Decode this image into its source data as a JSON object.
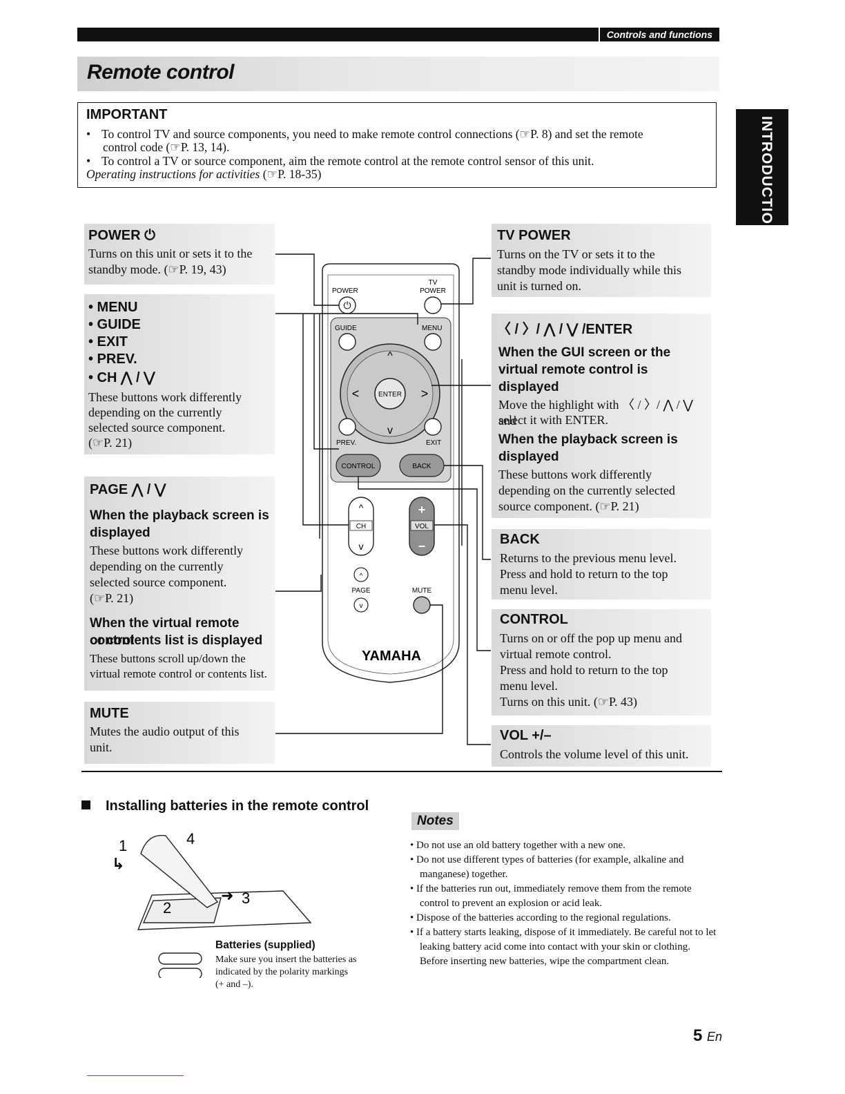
{
  "header": {
    "section_tab": "Controls and functions"
  },
  "title": "Remote control",
  "side_tab": "INTRODUCTION",
  "important": {
    "heading": "IMPORTANT",
    "line1a": "To control TV and source components, you need to make remote control connections (☞P. 8) and set the remote",
    "line1b": "control code (☞P. 13, 14).",
    "line2": "To control a TV or source component, aim the remote control at the remote control sensor of this unit.",
    "line3_italic": "Operating instructions for activities",
    "line3_ref": "(☞P. 18-35)"
  },
  "callouts_left": {
    "power": {
      "head": "POWER ⏻",
      "text1": "Turns on this unit or sets it to the",
      "text2": "standby mode. (☞P. 19, 43)"
    },
    "menu": {
      "items": [
        "• MENU",
        "• GUIDE",
        "• EXIT",
        "• PREV.",
        "• CH ⋀ / ⋁"
      ],
      "text1": "These buttons work differently",
      "text2": "depending on the currently",
      "text3": "selected source component.",
      "text4": "(☞P. 21)"
    },
    "page": {
      "head": "PAGE ⋀ / ⋁",
      "sub1a": "When the playback screen is",
      "sub1b": "displayed",
      "text1": "These buttons work differently",
      "text2": "depending on the currently",
      "text3": "selected source component.",
      "text4": "(☞P. 21)",
      "sub2a": "When the virtual remote control",
      "sub2b": "or contents list is displayed",
      "text5": "These buttons scroll up/down the",
      "text6": "virtual remote control or contents list."
    },
    "mute": {
      "head": "MUTE",
      "text1": "Mutes the audio output of this",
      "text2": "unit."
    }
  },
  "callouts_right": {
    "tv_power": {
      "head": "TV POWER",
      "text1": "Turns on the TV or sets it to the",
      "text2": "standby mode individually while this",
      "text3": "unit is turned on."
    },
    "enter": {
      "head": "〈 / 〉/ ⋀ / ⋁ /ENTER",
      "sub1a": "When the GUI screen or the",
      "sub1b": "virtual remote control is",
      "sub1c": "displayed",
      "text1": "Move the highlight with 〈 / 〉/ ⋀ / ⋁ and",
      "text2": "select it with ENTER.",
      "sub2a": "When the playback screen is",
      "sub2b": "displayed",
      "text3": "These buttons work differently",
      "text4": "depending on the currently selected",
      "text5": "source component. (☞P. 21)"
    },
    "back": {
      "head": "BACK",
      "text1": "Returns to the previous menu level.",
      "text2": "Press and hold to return to the top",
      "text3": "menu level."
    },
    "control": {
      "head": "CONTROL",
      "text1": "Turns on or off the pop up menu and",
      "text2": "virtual remote control.",
      "text3": "Press and hold to return to the top",
      "text4": "menu level.",
      "text5": "Turns on this unit. (☞P. 43)"
    },
    "vol": {
      "head": "VOL +/–",
      "text1": "Controls the volume level of this unit."
    }
  },
  "remote_labels": {
    "power": "POWER",
    "tv": "TV",
    "tv_power": "POWER",
    "guide": "GUIDE",
    "menu": "MENU",
    "enter": "ENTER",
    "prev": "PREV.",
    "exit": "EXIT",
    "control": "CONTROL",
    "back": "BACK",
    "ch": "CH",
    "vol": "VOL",
    "page": "PAGE",
    "mute": "MUTE",
    "brand": "YAMAHA"
  },
  "batteries": {
    "heading": "Installing batteries in the remote control",
    "step1": "1",
    "step2": "2",
    "step3": "3",
    "step4": "4",
    "label": "Batteries (supplied)",
    "desc1": "Make sure you insert the batteries as",
    "desc2": "indicated by the polarity markings",
    "desc3": "(+ and –)."
  },
  "notes": {
    "heading": "Notes",
    "items": [
      "Do not use an old battery together with a new one.",
      "Do not use different types of batteries (for example, alkaline and manganese) together.",
      "If the batteries run out, immediately remove them from the remote control to prevent an explosion or acid leak.",
      "Dispose of the batteries according to the regional regulations.",
      "If a battery starts leaking, dispose of it immediately. Be careful not to let leaking battery acid come into contact with your skin or clothing. Before inserting new batteries, wipe the compartment clean."
    ]
  },
  "page_number": {
    "num": "5",
    "suffix": "En"
  }
}
